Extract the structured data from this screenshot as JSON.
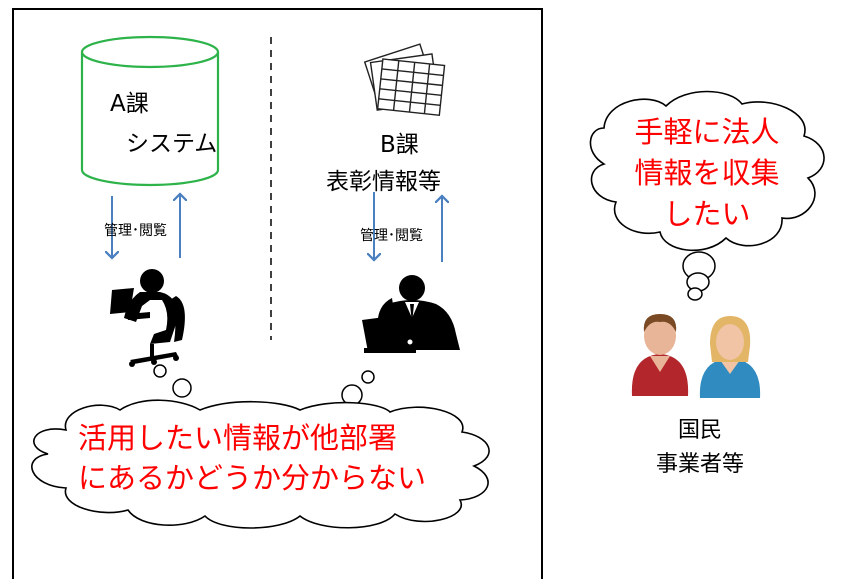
{
  "section_a": {
    "title": "A課",
    "subtitle": "システム",
    "arrow_label": "管理･閲覧"
  },
  "section_b": {
    "title": "B課",
    "subtitle": "表彰情報等",
    "arrow_label": "管理･閲覧"
  },
  "staff_thought": {
    "line1": "活用したい情報が他部署",
    "line2": "にあるかどうか分からない"
  },
  "citizen_thought": {
    "line1": "手軽に法人",
    "line2": "情報を収集",
    "line3": "したい"
  },
  "citizens": {
    "line1": "国民",
    "line2": "事業者等"
  },
  "colors": {
    "cylinder_border": "#2db34a",
    "arrow": "#4a7fc0",
    "thought_text": "#ff0000"
  }
}
